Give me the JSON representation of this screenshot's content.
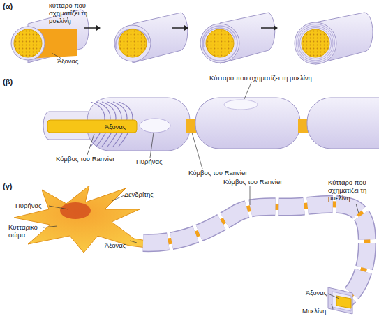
{
  "diagram": {
    "labels": [
      "(α)",
      "κύτταρο που σχηματίζει τη μυελίνη",
      "Άξονας",
      "(β)",
      "Κύτταρο που σχηματίζει τη μυελίνη",
      "Άξονας",
      "Κόμβος του Ranvier",
      "Πυρήνας",
      "Κόμβος του Ranvier",
      "(γ)",
      "Πυρήνας",
      "Δενδρίτης",
      "Κυτταρικό σώμα",
      "Άξονας",
      "Κόμβος του Ranvier",
      "Κύτταρο που σχηματίζει τη μυελίνη",
      "Άξονας",
      "Μυελίνη"
    ]
  }
}
